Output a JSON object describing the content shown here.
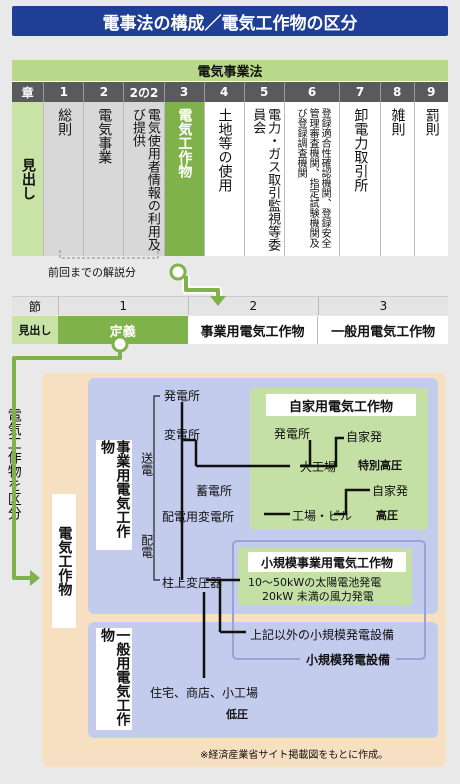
{
  "title": "電事法の構成／電気工作物の区分",
  "law_title": "電気事業法",
  "chapter_label": "章",
  "heading_label": "見出し",
  "chapters": [
    {
      "num": "1",
      "heading": "総則"
    },
    {
      "num": "2",
      "heading": "電気事業"
    },
    {
      "num": "2の2",
      "heading": "電気使用者情報の利用及び提供"
    },
    {
      "num": "3",
      "heading": "電気工作物"
    },
    {
      "num": "4",
      "heading": "土地等の使用"
    },
    {
      "num": "5",
      "heading": "電力・ガス取引監視等委員会"
    },
    {
      "num": "6",
      "heading": "登録適合性確認機関、登録安全管理審査機関、指定試験機関及び登録調査機関"
    },
    {
      "num": "7",
      "heading": "卸電力取引所"
    },
    {
      "num": "8",
      "heading": "雑則"
    },
    {
      "num": "9",
      "heading": "罰則"
    }
  ],
  "previous_note": "前回までの解説分",
  "section_label": "節",
  "sections": [
    {
      "num": "1",
      "heading": "定義"
    },
    {
      "num": "2",
      "heading": "事業用電気工作物"
    },
    {
      "num": "3",
      "heading": "一般用電気工作物"
    }
  ],
  "left_note": "電気工作物を区分",
  "diagram": {
    "main_label": "電気工作物",
    "business_label": "事業用電気工作物",
    "general_label": "一般用電気工作物",
    "transmission": "送電",
    "distribution": "配電",
    "power_plant": "発電所",
    "substation": "変電所",
    "storage": "蓄電所",
    "dist_substation": "配電用変電所",
    "pole_transformer": "柱上変圧器",
    "self_use_title": "自家用電気工作物",
    "self_power_plant": "発電所",
    "self_gen_1": "自家発",
    "large_factory": "大工場",
    "extra_high_voltage": "特別高圧",
    "self_gen_2": "自家発",
    "factory_building": "工場・ビル",
    "high_voltage": "高圧",
    "small_business_title": "小規模事業用電気工作物",
    "solar": "10～50kWの太陽電池発電",
    "wind": "20kW 未満の風力発電",
    "other_small": "上記以外の小規模発電設備",
    "small_facility": "小規模発電設備",
    "residential": "住宅、商店、小工場",
    "low_voltage": "低圧"
  },
  "footnote": "※経済産業省サイト掲載図をもとに作成。"
}
